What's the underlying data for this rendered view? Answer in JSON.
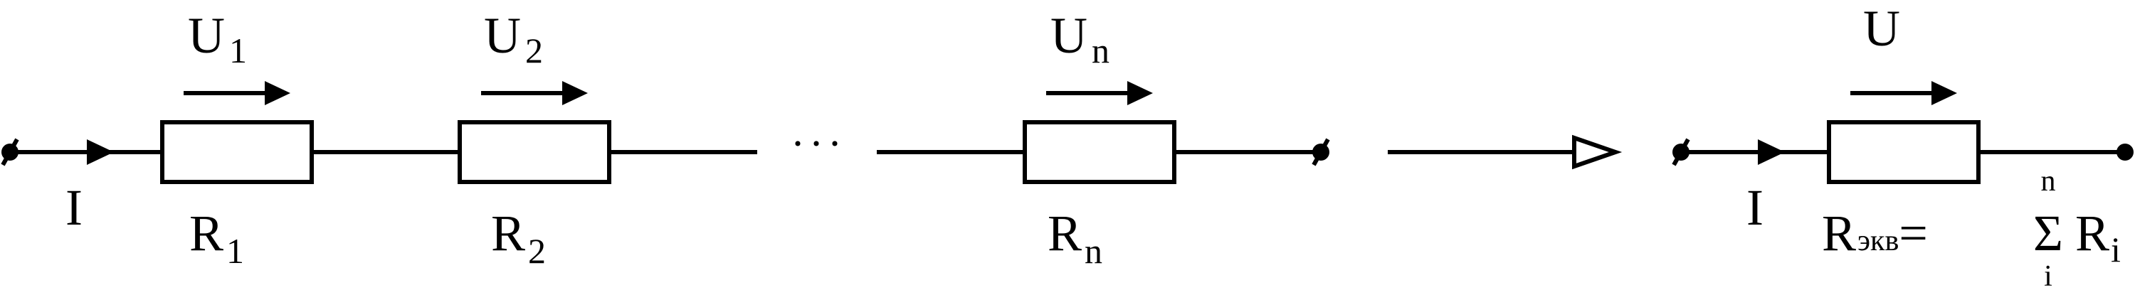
{
  "series_circuit": {
    "current_label": "I",
    "ellipsis": "···",
    "resistors": [
      {
        "name": "R",
        "index": "1",
        "voltage_name": "U",
        "voltage_index": "1"
      },
      {
        "name": "R",
        "index": "2",
        "voltage_name": "U",
        "voltage_index": "2"
      },
      {
        "name": "R",
        "index": "n",
        "voltage_name": "U",
        "voltage_index": "n"
      }
    ]
  },
  "equivalent_circuit": {
    "current_label": "I",
    "voltage_label": "U",
    "resistance_name": "R",
    "resistance_subscript": "экв",
    "equals": "=",
    "sum_symbol": "Σ",
    "sum_upper": "n",
    "sum_lower": "i",
    "term_name": "R",
    "term_index": "i"
  },
  "colors": {
    "stroke": "#000000",
    "background": "#ffffff"
  }
}
